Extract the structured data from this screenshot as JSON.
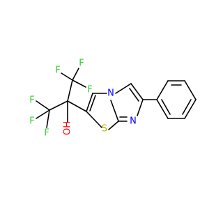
{
  "molecule": {
    "atoms": [
      {
        "id": "F1",
        "label": "F",
        "color": "#33cc33"
      },
      {
        "id": "F2",
        "label": "F",
        "color": "#33cc33"
      },
      {
        "id": "F3",
        "label": "F",
        "color": "#33cc33"
      },
      {
        "id": "F4",
        "label": "F",
        "color": "#33cc33"
      },
      {
        "id": "F5",
        "label": "F",
        "color": "#33cc33"
      },
      {
        "id": "F6",
        "label": "F",
        "color": "#33cc33"
      },
      {
        "id": "OH",
        "label": "OH",
        "color": "#ff0000"
      },
      {
        "id": "S",
        "label": "S",
        "color": "#b2b200"
      },
      {
        "id": "N1",
        "label": "N",
        "color": "#0000ff"
      },
      {
        "id": "N2",
        "label": "N",
        "color": "#0000ff"
      }
    ]
  }
}
